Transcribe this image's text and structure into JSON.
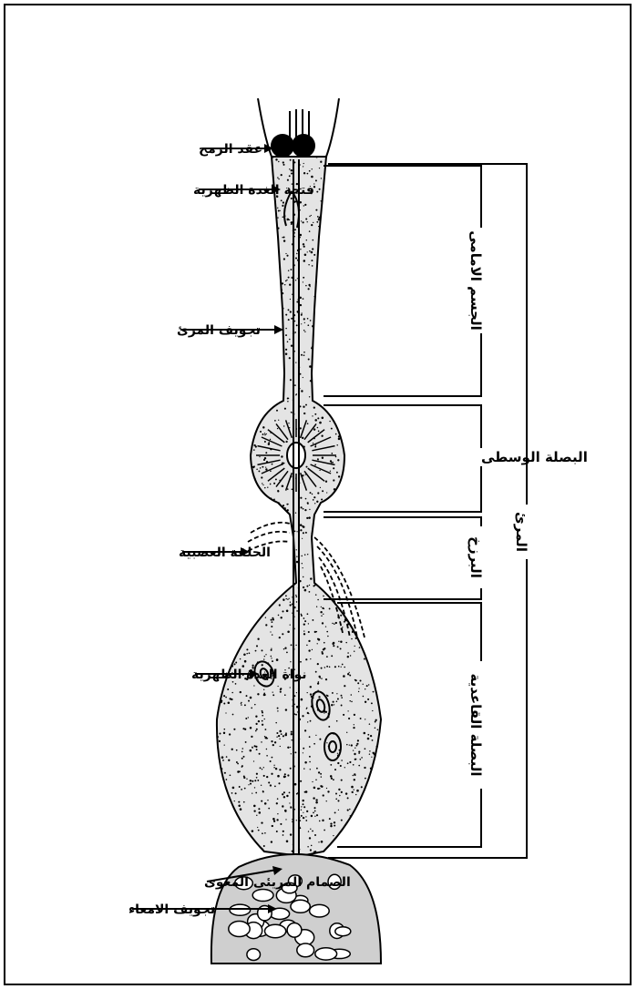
{
  "diagram": {
    "left_labels": {
      "spear_knot": "عقد الرمح",
      "dorsal_gland_opening": "فتحة الغدة الظهرية",
      "esophagus_lumen": "تجويف المرئ",
      "nerve_ring": "الحلقة العصبية",
      "dorsal_gland_nucleus": "نواة الغدة الظهرية",
      "esophago_intestinal_valve": "الصمام المريئى المعوى",
      "intestine_lumen": "تجويف الامعاء"
    },
    "right_labels": {
      "anterior_body": "الجسم الامامى",
      "median_bulb": "البصلة الوسطى",
      "isthmus": "البرزخ",
      "basal_bulb": "البصلة القاعدية",
      "esophagus": "المرئ"
    }
  }
}
